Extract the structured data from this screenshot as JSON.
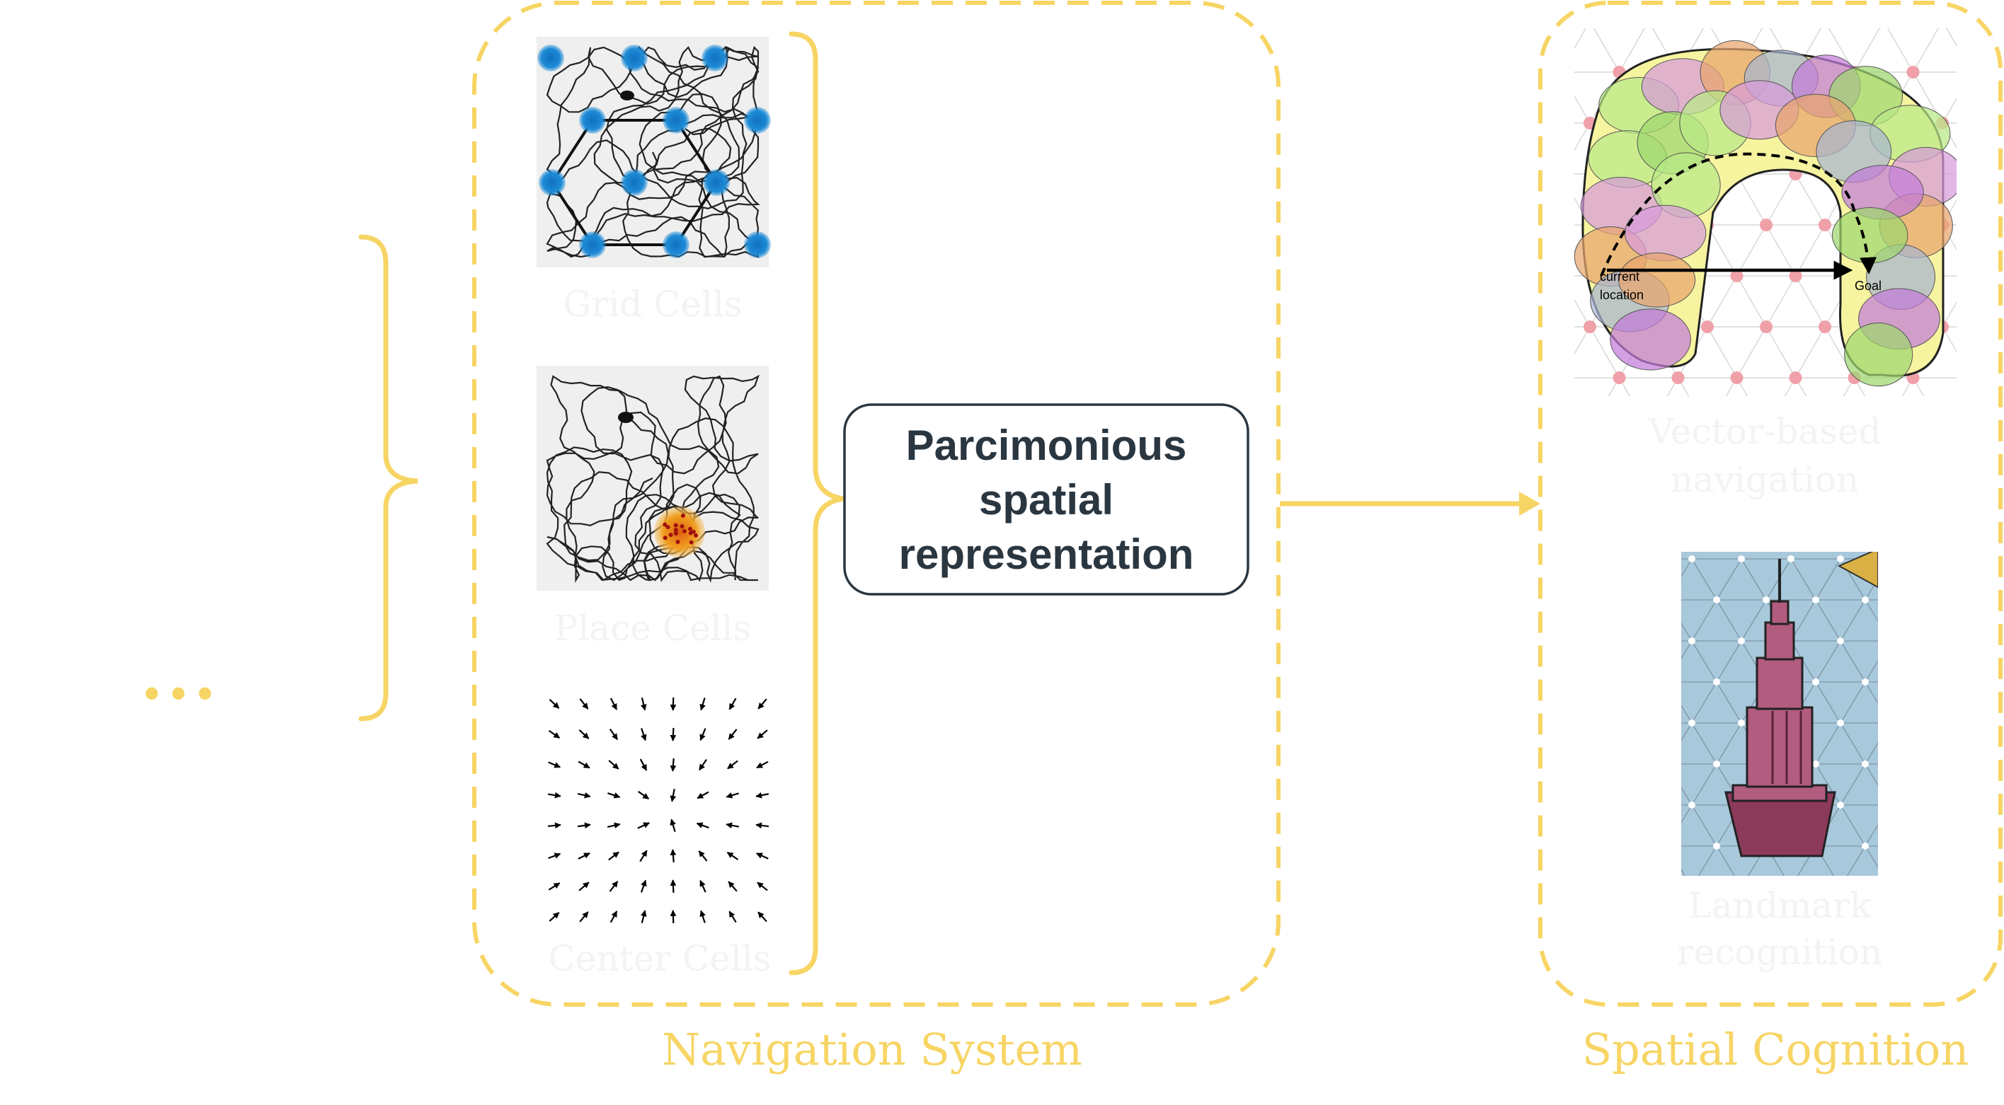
{
  "ellipsis": "• • •",
  "navigation_system": {
    "title": "Navigation System",
    "grid_cells_label": "Grid Cells",
    "place_cells_label": "Place Cells",
    "center_cells_label": "Center Cells"
  },
  "central_box": {
    "line1": "Parcimonious",
    "line2": "spatial",
    "line3": "representation"
  },
  "spatial_cognition": {
    "title": "Spatial Cognition",
    "vector_label_line1": "Vector-based",
    "vector_label_line2": "navigation",
    "landmark_label_line1": "Landmark",
    "landmark_label_line2": "recognition",
    "current_location_line1": "current",
    "current_location_line2": "location",
    "goal_label": "Goal"
  },
  "colors": {
    "accent_yellow": "#F7D565",
    "faint_label": "#F3F3F3",
    "grid_blue": "#1E8BD6",
    "place_orange": "#F0A020",
    "box_text": "#2A3640",
    "landmark_pink": "#B25C80",
    "landmark_bg": "#A8C8DC"
  }
}
